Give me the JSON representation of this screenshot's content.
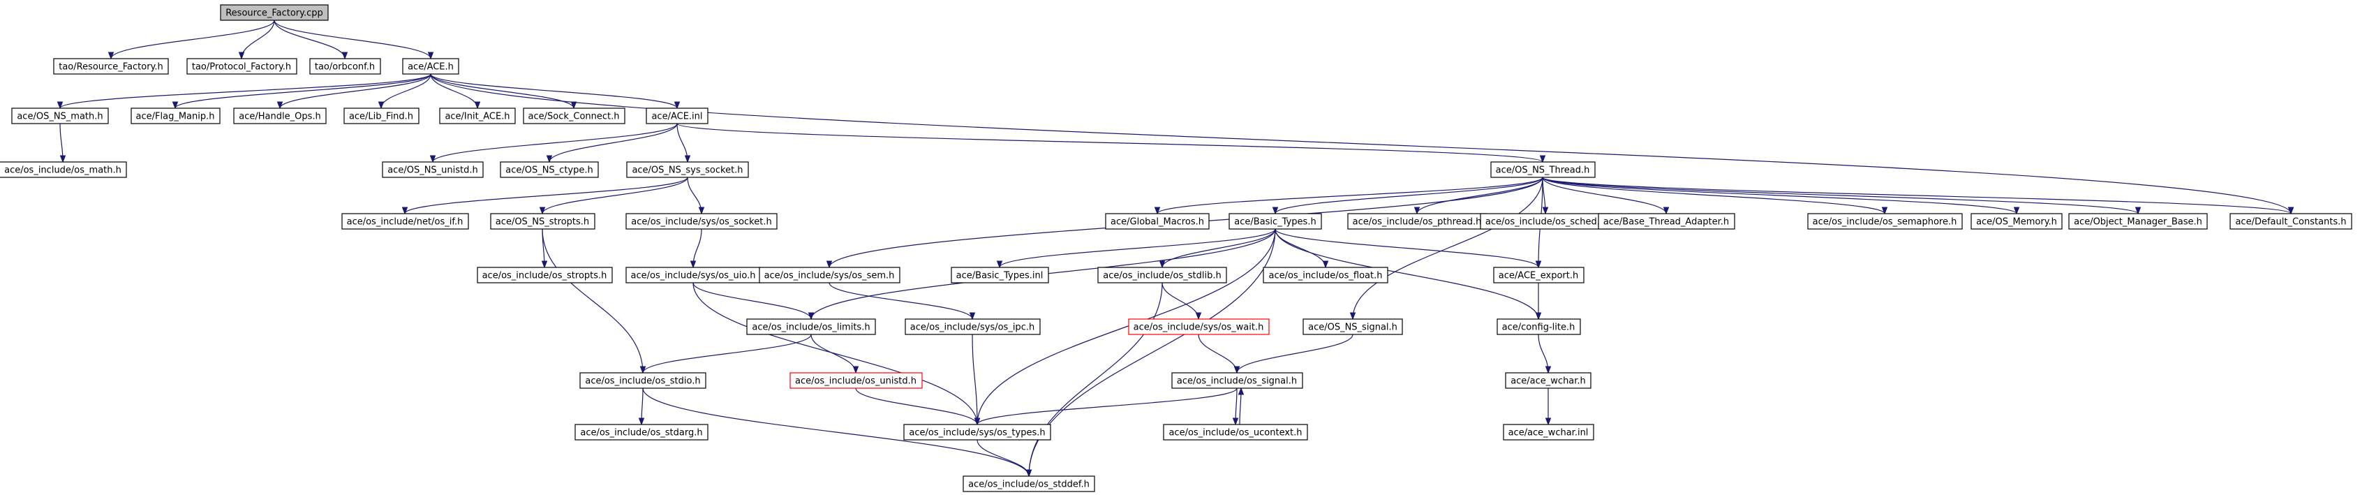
{
  "diagram": {
    "type": "include-dependency-graph",
    "colors": {
      "edge": "#191970",
      "root_fill": "#bfbfbf",
      "node_fill": "#ffffff",
      "missing_border": "#ff0000"
    },
    "nodes": [
      {
        "id": "root",
        "label": "Resource_Factory.cpp",
        "style": "root"
      },
      {
        "id": "tao_rf",
        "label": "tao/Resource_Factory.h"
      },
      {
        "id": "tao_pf",
        "label": "tao/Protocol_Factory.h"
      },
      {
        "id": "tao_orbconf",
        "label": "tao/orbconf.h"
      },
      {
        "id": "ace_h",
        "label": "ace/ACE.h"
      },
      {
        "id": "os_ns_math",
        "label": "ace/OS_NS_math.h"
      },
      {
        "id": "flag_manip",
        "label": "ace/Flag_Manip.h"
      },
      {
        "id": "handle_ops",
        "label": "ace/Handle_Ops.h"
      },
      {
        "id": "lib_find",
        "label": "ace/Lib_Find.h"
      },
      {
        "id": "init_ace",
        "label": "ace/Init_ACE.h"
      },
      {
        "id": "sock_connect",
        "label": "ace/Sock_Connect.h"
      },
      {
        "id": "ace_inl",
        "label": "ace/ACE.inl"
      },
      {
        "id": "os_math",
        "label": "ace/os_include/os_math.h"
      },
      {
        "id": "os_ns_unistd",
        "label": "ace/OS_NS_unistd.h"
      },
      {
        "id": "os_ns_ctype",
        "label": "ace/OS_NS_ctype.h"
      },
      {
        "id": "os_ns_sys_socket",
        "label": "ace/OS_NS_sys_socket.h"
      },
      {
        "id": "os_ns_thread",
        "label": "ace/OS_NS_Thread.h"
      },
      {
        "id": "net_os_if",
        "label": "ace/os_include/net/os_if.h"
      },
      {
        "id": "os_ns_stropts",
        "label": "ace/OS_NS_stropts.h"
      },
      {
        "id": "sys_os_socket",
        "label": "ace/os_include/sys/os_socket.h"
      },
      {
        "id": "global_macros",
        "label": "ace/Global_Macros.h"
      },
      {
        "id": "basic_types",
        "label": "ace/Basic_Types.h"
      },
      {
        "id": "os_pthread",
        "label": "ace/os_include/os_pthread.h"
      },
      {
        "id": "os_sched",
        "label": "ace/os_include/os_sched.h"
      },
      {
        "id": "base_thread_adapter",
        "label": "ace/Base_Thread_Adapter.h"
      },
      {
        "id": "os_semaphore",
        "label": "ace/os_include/os_semaphore.h"
      },
      {
        "id": "os_memory",
        "label": "ace/OS_Memory.h"
      },
      {
        "id": "object_manager_base",
        "label": "ace/Object_Manager_Base.h"
      },
      {
        "id": "default_constants",
        "label": "ace/Default_Constants.h"
      },
      {
        "id": "os_stropts",
        "label": "ace/os_include/os_stropts.h"
      },
      {
        "id": "sys_os_uio",
        "label": "ace/os_include/sys/os_uio.h"
      },
      {
        "id": "sys_os_sem",
        "label": "ace/os_include/sys/os_sem.h"
      },
      {
        "id": "basic_types_inl",
        "label": "ace/Basic_Types.inl"
      },
      {
        "id": "os_stdlib",
        "label": "ace/os_include/os_stdlib.h"
      },
      {
        "id": "os_float",
        "label": "ace/os_include/os_float.h"
      },
      {
        "id": "ace_export",
        "label": "ace/ACE_export.h"
      },
      {
        "id": "os_limits",
        "label": "ace/os_include/os_limits.h"
      },
      {
        "id": "sys_os_ipc",
        "label": "ace/os_include/sys/os_ipc.h"
      },
      {
        "id": "sys_os_wait",
        "label": "ace/os_include/sys/os_wait.h",
        "style": "red"
      },
      {
        "id": "os_ns_signal",
        "label": "ace/OS_NS_signal.h"
      },
      {
        "id": "config_lite",
        "label": "ace/config-lite.h"
      },
      {
        "id": "os_unistd",
        "label": "ace/os_include/os_unistd.h",
        "style": "red"
      },
      {
        "id": "os_stdio",
        "label": "ace/os_include/os_stdio.h"
      },
      {
        "id": "os_signal",
        "label": "ace/os_include/os_signal.h"
      },
      {
        "id": "ace_wchar_h",
        "label": "ace/ace_wchar.h"
      },
      {
        "id": "os_stdarg",
        "label": "ace/os_include/os_stdarg.h"
      },
      {
        "id": "sys_os_types",
        "label": "ace/os_include/sys/os_types.h"
      },
      {
        "id": "os_ucontext",
        "label": "ace/os_include/os_ucontext.h"
      },
      {
        "id": "ace_wchar_inl",
        "label": "ace/ace_wchar.inl"
      },
      {
        "id": "os_stddef",
        "label": "ace/os_include/os_stddef.h"
      }
    ],
    "edges": [
      [
        "root",
        "tao_rf"
      ],
      [
        "root",
        "tao_pf"
      ],
      [
        "root",
        "tao_orbconf"
      ],
      [
        "root",
        "ace_h"
      ],
      [
        "ace_h",
        "os_ns_math"
      ],
      [
        "ace_h",
        "flag_manip"
      ],
      [
        "ace_h",
        "handle_ops"
      ],
      [
        "ace_h",
        "lib_find"
      ],
      [
        "ace_h",
        "init_ace"
      ],
      [
        "ace_h",
        "sock_connect"
      ],
      [
        "ace_h",
        "ace_inl"
      ],
      [
        "ace_h",
        "default_constants"
      ],
      [
        "os_ns_math",
        "os_math"
      ],
      [
        "ace_inl",
        "os_ns_unistd"
      ],
      [
        "ace_inl",
        "os_ns_ctype"
      ],
      [
        "ace_inl",
        "os_ns_sys_socket"
      ],
      [
        "ace_inl",
        "os_ns_thread"
      ],
      [
        "os_ns_sys_socket",
        "net_os_if"
      ],
      [
        "os_ns_sys_socket",
        "os_ns_stropts"
      ],
      [
        "os_ns_sys_socket",
        "sys_os_socket"
      ],
      [
        "os_ns_thread",
        "global_macros"
      ],
      [
        "os_ns_thread",
        "basic_types"
      ],
      [
        "os_ns_thread",
        "os_pthread"
      ],
      [
        "os_ns_thread",
        "os_sched"
      ],
      [
        "os_ns_thread",
        "base_thread_adapter"
      ],
      [
        "os_ns_thread",
        "os_semaphore"
      ],
      [
        "os_ns_thread",
        "os_memory"
      ],
      [
        "os_ns_thread",
        "object_manager_base"
      ],
      [
        "os_ns_thread",
        "default_constants"
      ],
      [
        "os_ns_thread",
        "sys_os_sem"
      ],
      [
        "os_ns_thread",
        "ace_export"
      ],
      [
        "os_ns_thread",
        "os_ns_signal"
      ],
      [
        "os_ns_stropts",
        "os_stropts"
      ],
      [
        "os_ns_stropts",
        "os_stdio"
      ],
      [
        "sys_os_socket",
        "sys_os_uio"
      ],
      [
        "sys_os_uio",
        "os_limits"
      ],
      [
        "sys_os_uio",
        "sys_os_types"
      ],
      [
        "basic_types",
        "basic_types_inl"
      ],
      [
        "basic_types",
        "os_stdlib"
      ],
      [
        "basic_types",
        "os_float"
      ],
      [
        "basic_types",
        "ace_export"
      ],
      [
        "basic_types",
        "os_limits"
      ],
      [
        "basic_types",
        "config_lite"
      ],
      [
        "basic_types",
        "sys_os_types"
      ],
      [
        "basic_types",
        "os_stddef"
      ],
      [
        "sys_os_sem",
        "sys_os_ipc"
      ],
      [
        "os_stdlib",
        "sys_os_wait"
      ],
      [
        "os_stdlib",
        "os_stddef"
      ],
      [
        "ace_export",
        "config_lite"
      ],
      [
        "os_limits",
        "os_unistd"
      ],
      [
        "os_limits",
        "os_stdio"
      ],
      [
        "sys_os_ipc",
        "sys_os_types"
      ],
      [
        "sys_os_wait",
        "os_signal"
      ],
      [
        "os_ns_signal",
        "os_signal"
      ],
      [
        "config_lite",
        "ace_wchar_h"
      ],
      [
        "os_unistd",
        "sys_os_types"
      ],
      [
        "os_stdio",
        "os_stdarg"
      ],
      [
        "os_stdio",
        "os_stddef"
      ],
      [
        "os_signal",
        "sys_os_types"
      ],
      [
        "os_signal",
        "os_ucontext"
      ],
      [
        "os_ucontext",
        "os_signal"
      ],
      [
        "ace_wchar_h",
        "ace_wchar_inl"
      ],
      [
        "sys_os_types",
        "os_stddef"
      ]
    ]
  }
}
